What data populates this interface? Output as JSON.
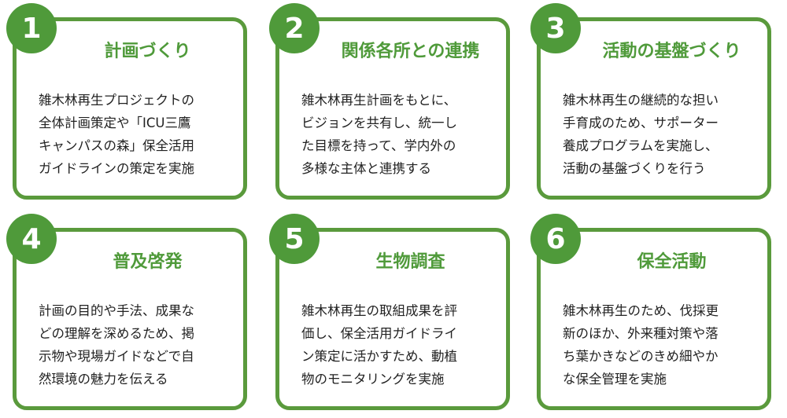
{
  "colors": {
    "accent": "#4f9a3a",
    "border": "#5a9a3c",
    "text": "#222222"
  },
  "cards": [
    {
      "number": "1",
      "title": "計画づくり",
      "lines": [
        "雑木林再生プロジェクトの",
        "全体計画策定や「ICU三鷹",
        "キャンパスの森」保全活用",
        "ガイドラインの策定を実施"
      ]
    },
    {
      "number": "2",
      "title": "関係各所との連携",
      "lines": [
        "雑木林再生計画をもとに、",
        "ビジョンを共有し、統一し",
        "た目標を持って、学内外の",
        "多様な主体と連携する"
      ]
    },
    {
      "number": "3",
      "title": "活動の基盤づくり",
      "lines": [
        "雑木林再生の継続的な担い",
        "手育成のため、サポーター",
        "養成プログラムを実施し、",
        "活動の基盤づくりを行う"
      ]
    },
    {
      "number": "4",
      "title": "普及啓発",
      "lines": [
        "計画の目的や手法、成果な",
        "どの理解を深めるため、掲",
        "示物や現場ガイドなどで自",
        "然環境の魅力を伝える"
      ]
    },
    {
      "number": "5",
      "title": "生物調査",
      "lines": [
        "雑木林再生の取組成果を評",
        "価し、保全活用ガイドライ",
        "ン策定に活かすため、動植",
        "物のモニタリングを実施"
      ]
    },
    {
      "number": "6",
      "title": "保全活動",
      "lines": [
        "雑木林再生のため、伐採更",
        "新のほか、外来種対策や落",
        "ち葉かきなどのきめ細やか",
        "な保全管理を実施"
      ]
    }
  ]
}
